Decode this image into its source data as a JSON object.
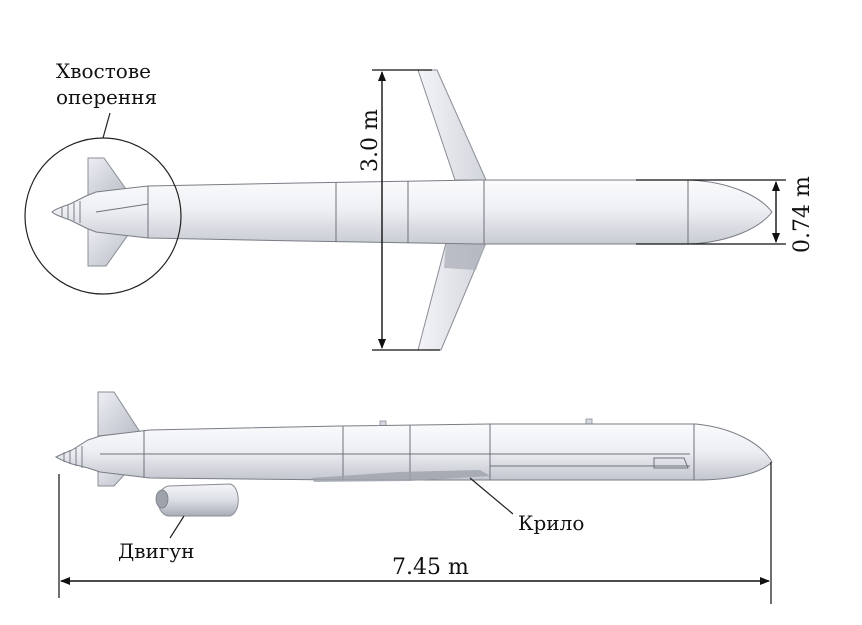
{
  "labels": {
    "tail_line1": "Хвостове",
    "tail_line2": "оперення",
    "wing": "Крило",
    "engine": "Двигун"
  },
  "dimensions": {
    "wingspan": "3.0 m",
    "diameter": "0.74 m",
    "length": "7.45 m"
  },
  "colors": {
    "body_light": "#f4f5f8",
    "body_shade": "#c9ccd3",
    "outline": "#7a7d86",
    "line": "#111111",
    "panel": "#8c8f96",
    "fin_shadow": "#a9adb6"
  }
}
